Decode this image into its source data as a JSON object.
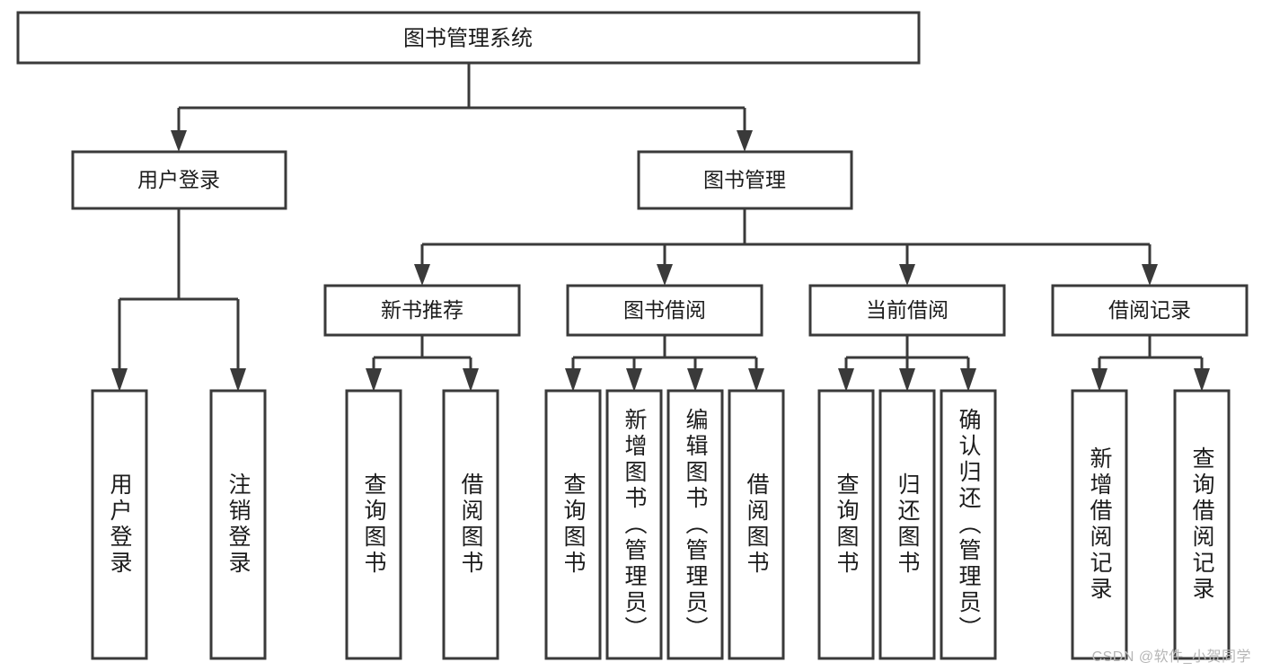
{
  "diagram": {
    "type": "tree",
    "title": "图书管理系统",
    "watermark": "CSDN @软件_小贺同学",
    "colors": {
      "stroke": "#3a3a3a",
      "fill": "#ffffff",
      "text": "#1c1c1c",
      "watermark": "#b6b6b6",
      "background": "#ffffff"
    },
    "nodes": {
      "root": {
        "label": "图书管理系统",
        "level": 0
      },
      "level2": [
        {
          "id": "user-login",
          "label": "用户登录"
        },
        {
          "id": "book-manage",
          "label": "图书管理"
        }
      ],
      "level3": [
        {
          "id": "new-book-rec",
          "label": "新书推荐",
          "parent": "book-manage"
        },
        {
          "id": "book-borrow",
          "label": "图书借阅",
          "parent": "book-manage"
        },
        {
          "id": "current-borrow",
          "label": "当前借阅",
          "parent": "book-manage"
        },
        {
          "id": "borrow-record",
          "label": "借阅记录",
          "parent": "book-manage"
        }
      ],
      "leaves": [
        {
          "id": "leaf-user-login",
          "label": "用户登录",
          "parent": "user-login"
        },
        {
          "id": "leaf-logout-login",
          "label": "注销登录",
          "parent": "user-login"
        },
        {
          "id": "leaf-query-book-1",
          "label": "查询图书",
          "parent": "new-book-rec"
        },
        {
          "id": "leaf-borrow-book-1",
          "label": "借阅图书",
          "parent": "new-book-rec"
        },
        {
          "id": "leaf-query-book-2",
          "label": "查询图书",
          "parent": "book-borrow"
        },
        {
          "id": "leaf-add-book",
          "label": "新增图书（管理员）",
          "parent": "book-borrow"
        },
        {
          "id": "leaf-edit-book",
          "label": "编辑图书（管理员）",
          "parent": "book-borrow"
        },
        {
          "id": "leaf-borrow-book-2",
          "label": "借阅图书",
          "parent": "book-borrow"
        },
        {
          "id": "leaf-query-book-3",
          "label": "查询图书",
          "parent": "current-borrow"
        },
        {
          "id": "leaf-return-book",
          "label": "归还图书",
          "parent": "current-borrow"
        },
        {
          "id": "leaf-confirm-return",
          "label": "确认归还（管理员）",
          "parent": "current-borrow"
        },
        {
          "id": "leaf-add-record",
          "label": "新增借阅记录",
          "parent": "borrow-record"
        },
        {
          "id": "leaf-query-record",
          "label": "查询借阅记录",
          "parent": "borrow-record"
        }
      ]
    }
  }
}
